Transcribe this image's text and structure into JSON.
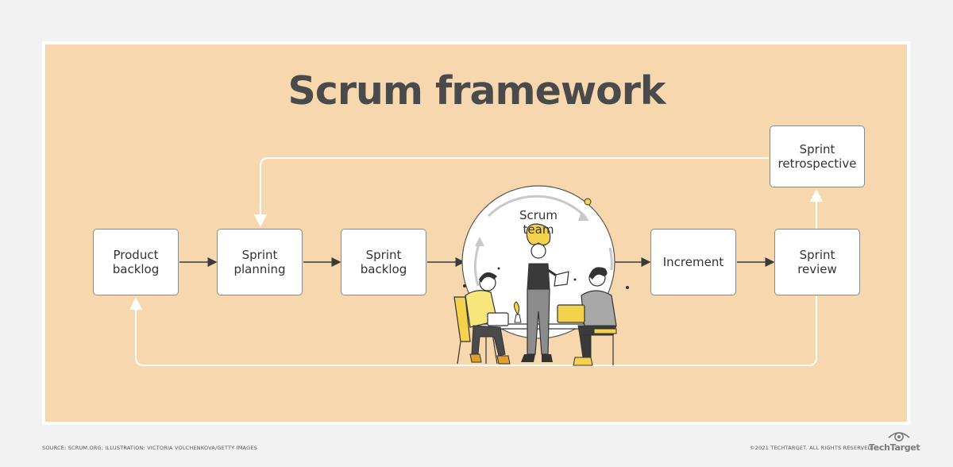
{
  "title": "Scrum framework",
  "boxes": {
    "product_backlog": "Product backlog",
    "sprint_planning": "Sprint planning",
    "sprint_backlog": "Sprint backlog",
    "increment": "Increment",
    "sprint_review": "Sprint review",
    "sprint_retrospective": "Sprint retrospective"
  },
  "scrum_team": "Scrum team",
  "footer": {
    "source": "SOURCE: SCRUM.ORG; ILLUSTRATION: VICTORIA VOLCHENKOVA/GETTY IMAGES",
    "copyright": "©2021 TECHTARGET. ALL RIGHTS RESERVED",
    "logo": "TechTarget"
  },
  "colors": {
    "background": "#f7d8ae",
    "title": "#4a4a4a",
    "box": "#ffffff",
    "accent_yellow": "#f5d24b"
  }
}
